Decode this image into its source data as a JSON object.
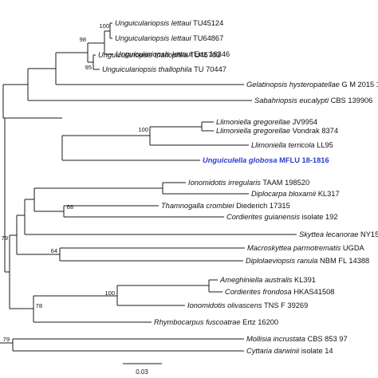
{
  "taxa": [
    {
      "id": "t1",
      "genus_species": "Unguiculariopsis lettaui",
      "strain": "TU45124"
    },
    {
      "id": "t2",
      "genus_species": "Unguiculariopsis lettaui",
      "strain": "TU64867"
    },
    {
      "id": "t3",
      "genus_species": "Unguiculariopsis lettaui",
      "strain": "Ertz 16346"
    },
    {
      "id": "t4",
      "genus_species": "Unguiculariopsis thallophila",
      "strain": "TU45703"
    },
    {
      "id": "t5",
      "genus_species": "Unguiculariopsis thallophila",
      "strain": "TU 70447"
    },
    {
      "id": "t6",
      "genus_species": "Gelatinopsis hysteropatellae",
      "strain": "G M 2015 10 27"
    },
    {
      "id": "t7",
      "genus_species": "Sabahriopsis eucalypti",
      "strain": "CBS 139906"
    },
    {
      "id": "t8",
      "genus_species": "Llimoniella gregorellae",
      "strain": "JV9954"
    },
    {
      "id": "t9",
      "genus_species": "Llimoniella gregorellae",
      "strain": "Vondrak 8374"
    },
    {
      "id": "t10",
      "genus_species": "Llimoniella terricola",
      "strain": "LL95"
    },
    {
      "id": "t11",
      "genus_species": "Unguiculella globosa",
      "strain": "MFLU 18-1816",
      "highlight": true
    },
    {
      "id": "t12",
      "genus_species": "Ionomidotis irregularis",
      "strain": "TAAM 198520"
    },
    {
      "id": "t13",
      "genus_species": "Diplocarpa bloxamii",
      "strain": "KL317"
    },
    {
      "id": "t14",
      "genus_species": "Thamnogalla crombiei",
      "strain": "Diederich 17315"
    },
    {
      "id": "t15",
      "genus_species": "Cordierites guianensis",
      "strain": "isolate 192"
    },
    {
      "id": "t16",
      "genus_species": "Skyttea lecanorae",
      "strain": "NY1599"
    },
    {
      "id": "t17",
      "genus_species": "Macroskyttea parmotrematis",
      "strain": "UGDA"
    },
    {
      "id": "t18",
      "genus_species": "Diplolaeviopsis ranula",
      "strain": "NBM FL 14388"
    },
    {
      "id": "t19",
      "genus_species": "Ameghiniella australis",
      "strain": "KL391"
    },
    {
      "id": "t20",
      "genus_species": "Cordierites frondosa",
      "strain": "HKAS41508"
    },
    {
      "id": "t21",
      "genus_species": "Ionomidotis olivascens",
      "strain": "TNS F 39269"
    },
    {
      "id": "t22",
      "genus_species": "Rhymbocarpus fuscoatrae",
      "strain": "Ertz 16200"
    },
    {
      "id": "t23",
      "genus_species": "Mollisia incrustata",
      "strain": "CBS 853 97"
    },
    {
      "id": "t24",
      "genus_species": "Cyttaria darwinii",
      "strain": "isolate 14"
    }
  ],
  "support_values": [
    "100",
    "98",
    "95",
    "100",
    "68",
    "79",
    "64",
    "100",
    "78",
    "79"
  ],
  "scale_bar": {
    "label": "0.03"
  },
  "colors": {
    "branch": "#1a1a1a",
    "text": "#111111",
    "highlight": "#2b3ecf"
  }
}
